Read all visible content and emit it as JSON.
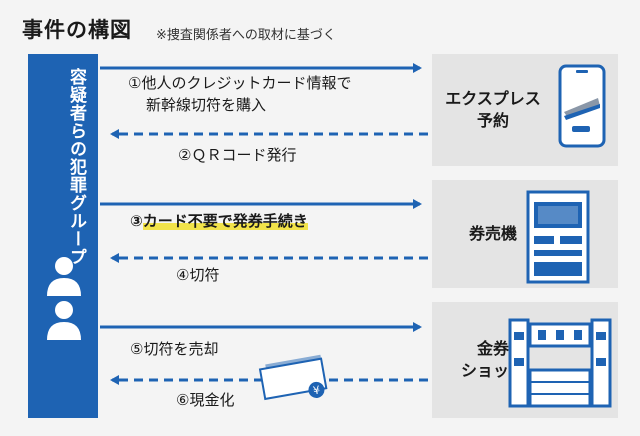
{
  "header": {
    "title": "事件の構図",
    "note": "※捜査関係者への取材に基づく"
  },
  "suspect": {
    "label": "容疑者らの犯罪グループ"
  },
  "entities": {
    "express": {
      "label_line1": "エクスプレス",
      "label_line2": "予約"
    },
    "ticket_machine": {
      "label": "券売機"
    },
    "ticket_shop": {
      "label_line1": "金券",
      "label_line2": "ショップ"
    }
  },
  "steps": [
    {
      "line1": "①他人のクレジットカード情報で",
      "line2": "新幹線切符を購入"
    },
    {
      "text": "②ＱＲコード発行"
    },
    {
      "text": "③カード不要で発券手続き",
      "prefix": "③",
      "highlight": "カード不要で発券手続き"
    },
    {
      "text": "④切符"
    },
    {
      "text": "⑤切符を売却"
    },
    {
      "text": "⑥現金化"
    }
  ],
  "colors": {
    "blue": "#1e63b3",
    "highlight": "#f2e34a",
    "box": "#e4e4e4"
  }
}
